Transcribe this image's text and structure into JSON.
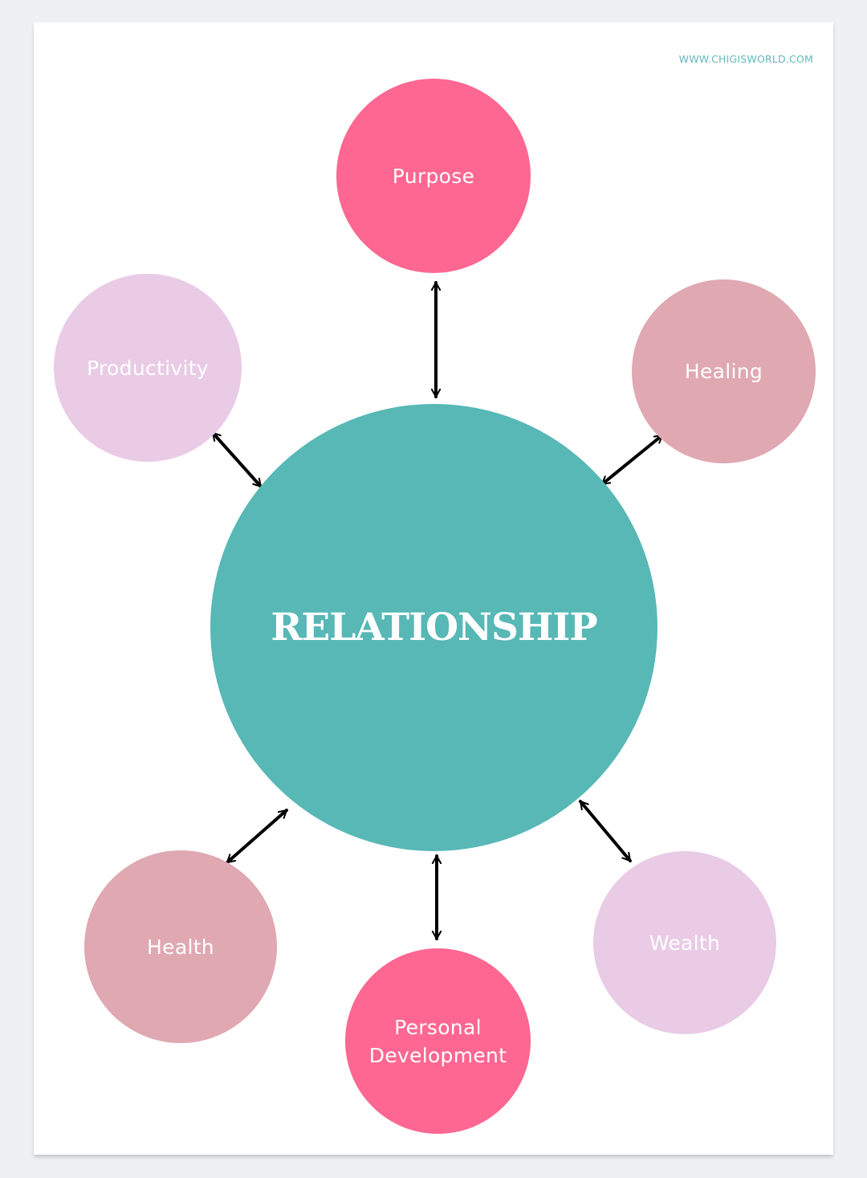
{
  "site": {
    "url": "WWW.CHIGISWORLD.COM"
  },
  "colors": {
    "page_background": "#ffffff",
    "outer_background": "#eff0f2",
    "center": "#57b8b6",
    "hot_pink": "#fe6791",
    "dusty_rose": "#e0a8b1",
    "lavender": "#e9cbe6",
    "url_text": "#62b8bd",
    "arrow": "#000000"
  },
  "diagram": {
    "center": {
      "label": "RELATIONSHIP"
    },
    "nodes": [
      {
        "id": "purpose",
        "label": "Purpose",
        "color": "#fe6791"
      },
      {
        "id": "healing",
        "label": "Healing",
        "color": "#e0a8b1"
      },
      {
        "id": "wealth",
        "label": "Wealth",
        "color": "#e9cbe6"
      },
      {
        "id": "personal-development",
        "label": "Personal\nDevelopment",
        "color": "#fe6791"
      },
      {
        "id": "health",
        "label": "Health",
        "color": "#e0a8b1"
      },
      {
        "id": "productivity",
        "label": "Productivity",
        "color": "#e9cbe6"
      }
    ],
    "connections": [
      {
        "from": "relationship",
        "to": "purpose",
        "type": "double-arrow"
      },
      {
        "from": "relationship",
        "to": "healing",
        "type": "double-arrow"
      },
      {
        "from": "relationship",
        "to": "wealth",
        "type": "double-arrow"
      },
      {
        "from": "relationship",
        "to": "personal-development",
        "type": "double-arrow"
      },
      {
        "from": "relationship",
        "to": "health",
        "type": "double-arrow"
      },
      {
        "from": "relationship",
        "to": "productivity",
        "type": "double-arrow"
      }
    ]
  }
}
